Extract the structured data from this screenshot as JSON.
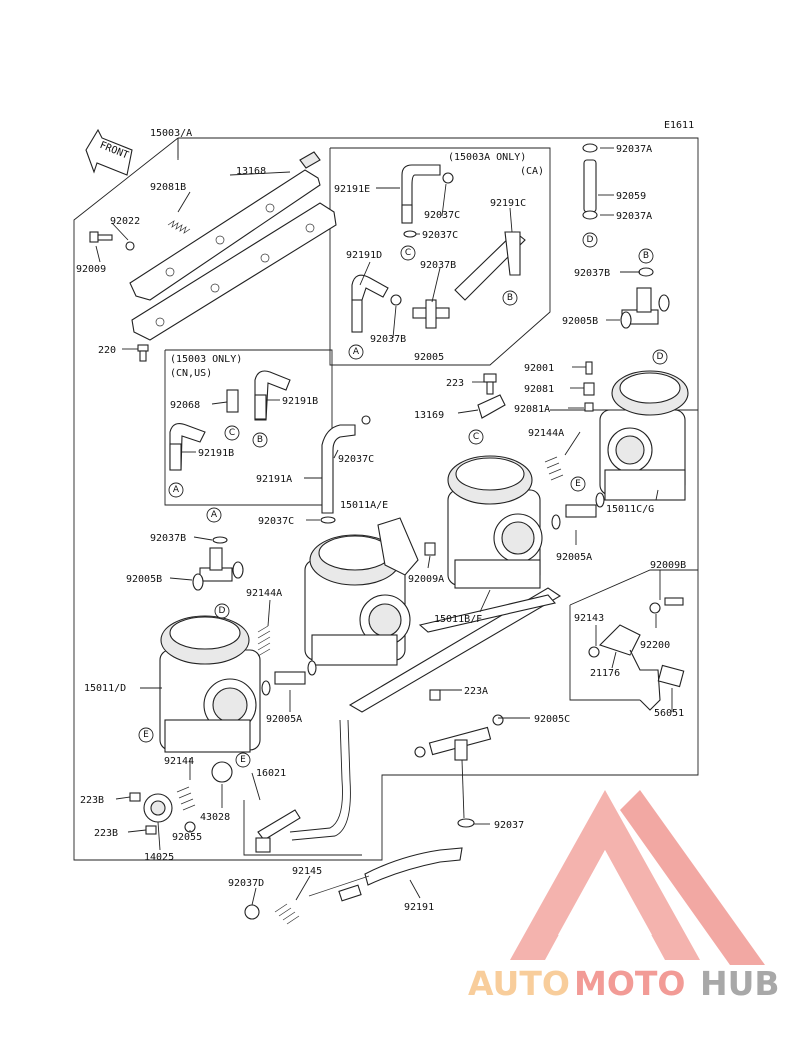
{
  "diagram_code": "E1611",
  "front_label": "FRONT",
  "notes": {
    "note_15003a_line1": "(15003A ONLY)",
    "note_15003a_line2": "(CA)",
    "note_15003_line1": "(15003 ONLY)",
    "note_15003_line2": "(CN,US)"
  },
  "callouts": {
    "c15003A": "15003/A",
    "c13168": "13168",
    "c92081B": "92081B",
    "c92022": "92022",
    "c92009": "92009",
    "c220": "220",
    "c92191E": "92191E",
    "c92037C_a": "92037C",
    "c92037C_b": "92037C",
    "c92191C": "92191C",
    "c92191D": "92191D",
    "c92037B_a": "92037B",
    "c92037B_b": "92037B",
    "c92005": "92005",
    "c92037A_a": "92037A",
    "c92059": "92059",
    "c92037A_b": "92037A",
    "c92037B_c": "92037B",
    "c92005B_a": "92005B",
    "c92068": "92068",
    "c92191B_a": "92191B",
    "c92191B_b": "92191B",
    "c92001": "92001",
    "c223": "223",
    "c92081": "92081",
    "c13169": "13169",
    "c92081A": "92081A",
    "c92144A_a": "92144A",
    "c92037C_c": "92037C",
    "c92191A": "92191A",
    "c15011AE": "15011A/E",
    "c92037C_d": "92037C",
    "c92037B_d": "92037B",
    "c92005B_b": "92005B",
    "c92009A": "92009A",
    "c15011CG": "15011C/G",
    "c92005A_a": "92005A",
    "c92144A_b": "92144A",
    "c15011BF": "15011B/F",
    "c92009B": "92009B",
    "c92143": "92143",
    "c92200": "92200",
    "c21176": "21176",
    "c15011D": "15011/D",
    "c223A": "223A",
    "c92005A_b": "92005A",
    "c92005C": "92005C",
    "c56051": "56051",
    "c92144": "92144",
    "c16021": "16021",
    "c223B_a": "223B",
    "c223B_b": "223B",
    "c43028": "43028",
    "c92055": "92055",
    "c14025": "14025",
    "c92037": "92037",
    "c92037D": "92037D",
    "c92145": "92145",
    "c92191": "92191"
  },
  "ref_letters": {
    "A": "A",
    "B": "B",
    "C": "C",
    "D": "D",
    "E": "E"
  },
  "watermark": {
    "part1": "AUTO",
    "part2": "MOTO",
    "part3": "HUB",
    "color1": "#f7c58a",
    "color2": "#f08a84",
    "color3": "#9a9a9a"
  }
}
